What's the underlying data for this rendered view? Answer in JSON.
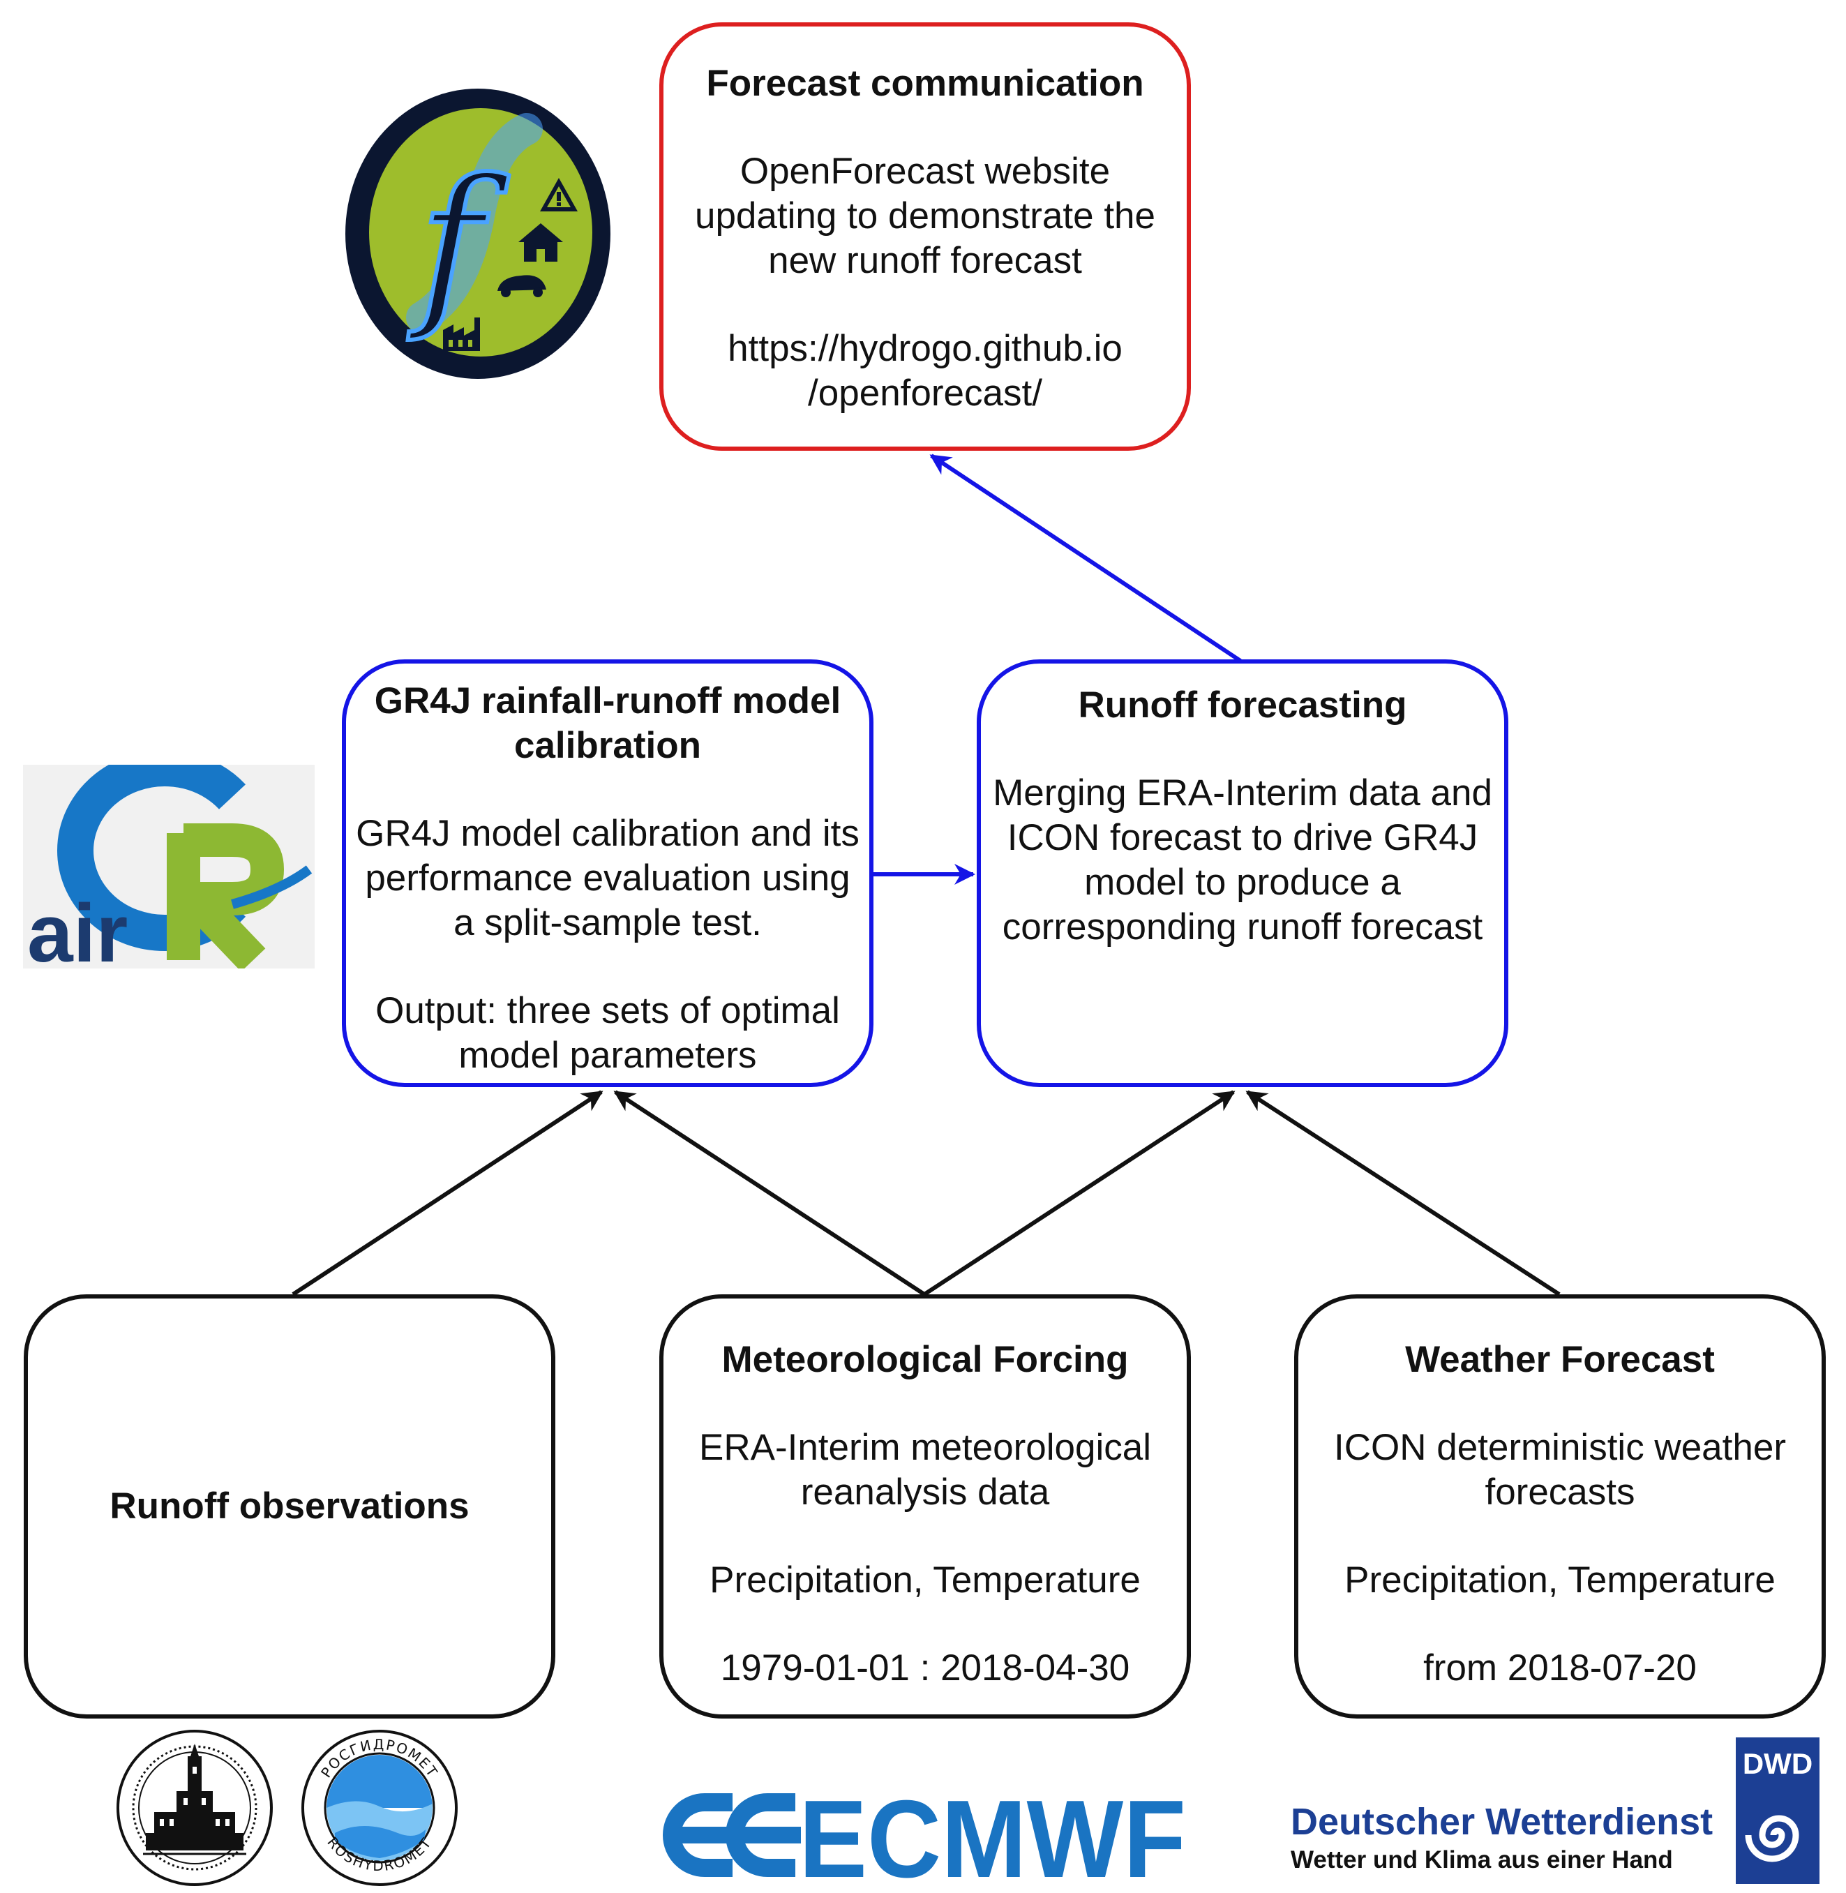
{
  "colors": {
    "communication_border": "#dd1f1f",
    "model_border": "#1414e6",
    "input_border": "#111111",
    "model_arrow": "#1414e6",
    "input_arrow": "#111111",
    "ecmwf_blue": "#1a74c2",
    "dwd_blue": "#1c3f94",
    "openforecast_green": "#9ebd2c",
    "airgr_blue": "#1777c7",
    "airgr_green": "#8db833"
  },
  "nodes": {
    "communication": {
      "title": "Forecast communication",
      "lines": [
        "OpenForecast website",
        "updating to demonstrate the",
        "new runoff forecast"
      ],
      "url_lines": [
        "https://hydrogo.github.io",
        "/openforecast/"
      ]
    },
    "calibration": {
      "title_lines": [
        "GR4J rainfall-runoff model",
        "calibration"
      ],
      "lines": [
        "GR4J model calibration and its",
        "performance evaluation using",
        "a split-sample test."
      ],
      "output_lines": [
        "Output: three sets of optimal",
        "model parameters"
      ]
    },
    "forecasting": {
      "title": "Runoff forecasting",
      "lines": [
        "Merging ERA-Interim data and",
        "ICON forecast to drive GR4J",
        "model to produce a",
        "corresponding runoff forecast"
      ]
    },
    "observations": {
      "title": "Runoff observations"
    },
    "forcing": {
      "title": "Meteorological Forcing",
      "lines": [
        "ERA-Interim meteorological",
        "reanalysis data"
      ],
      "variables": "Precipitation, Temperature",
      "period": "1979-01-01 : 2018-04-30"
    },
    "weather": {
      "title": "Weather Forecast",
      "lines": [
        "ICON deterministic weather",
        "forecasts"
      ],
      "variables": "Precipitation, Temperature",
      "period": "from 2018-07-20"
    }
  },
  "logos": {
    "openforecast": {
      "letter": "f",
      "icons": [
        "warning-icon",
        "house-icon",
        "car-icon",
        "factory-icon"
      ]
    },
    "airgr": {
      "text": "air"
    },
    "msu": {},
    "roshydromet": {
      "ring_text_top": "РОСГИДРОМЕТ",
      "ring_text_bottom": "ROSHYDROMET"
    },
    "ecmwf": {
      "text": "ECMWF"
    },
    "dwd": {
      "name": "Deutscher Wetterdienst",
      "tagline": "Wetter und Klima aus einer Hand",
      "badge": "DWD"
    }
  }
}
